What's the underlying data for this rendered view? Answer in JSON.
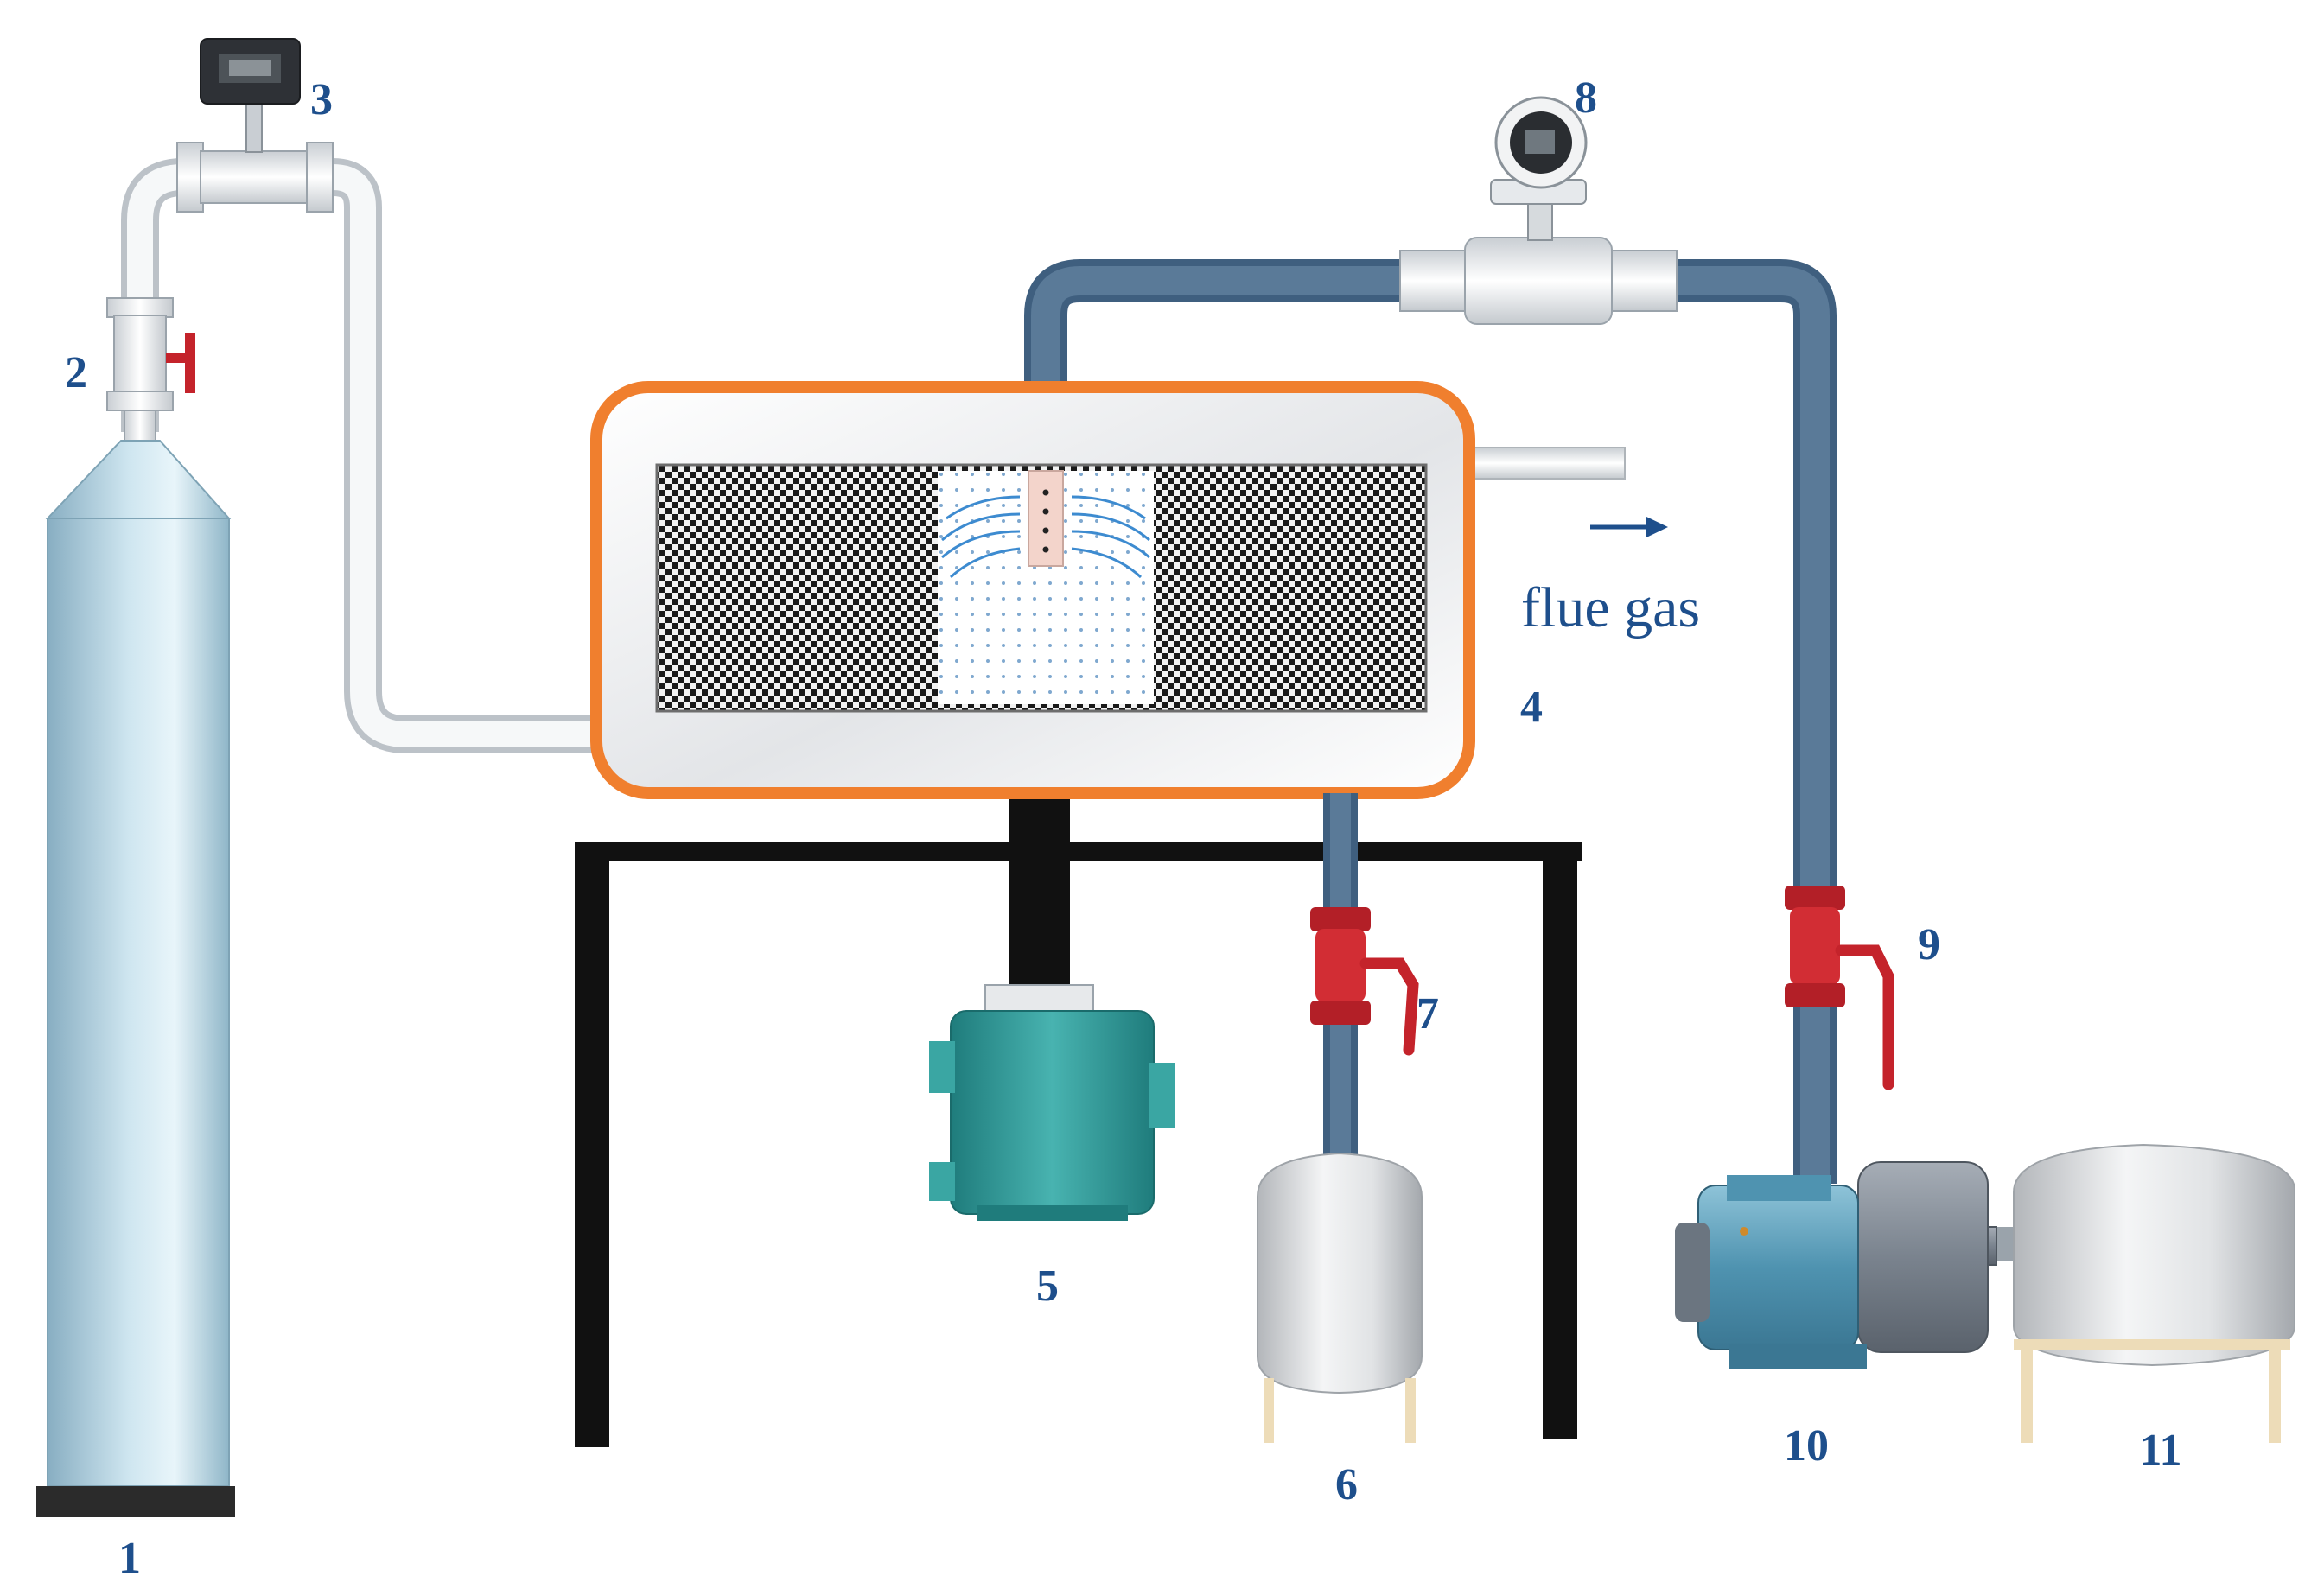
{
  "labels": {
    "n1": "1",
    "n2": "2",
    "n3": "3",
    "n4": "4",
    "n5": "5",
    "n6": "6",
    "n7": "7",
    "n8": "8",
    "n9": "9",
    "n10": "10",
    "n11": "11",
    "flue_gas": "flue gas"
  },
  "colors": {
    "label": "#1e4f8c",
    "reactor_border": "#f07f2e",
    "water_pipe": "#4f6f8f",
    "gas_pipe": "#e6e9ec",
    "valve": "#c4232b",
    "stand": "#111111",
    "cylinder": "#a9ccdc",
    "motor": "#2f9898",
    "pump": "#5a9bb7"
  },
  "icons": {
    "gas_cylinder": "gas-cylinder-icon",
    "regulator": "regulator-valve-icon",
    "gas_flowmeter": "gas-flowmeter-icon",
    "reactor": "reactor-chamber-icon",
    "motor": "motor-icon",
    "collection_tank": "tank-icon",
    "drain_valve": "ball-valve-icon",
    "liquid_flowmeter": "liquid-flowmeter-icon",
    "feed_valve": "ball-valve-icon",
    "pump": "pump-icon",
    "storage_tank": "tank-icon",
    "flow_arrow": "arrow-right-icon"
  }
}
